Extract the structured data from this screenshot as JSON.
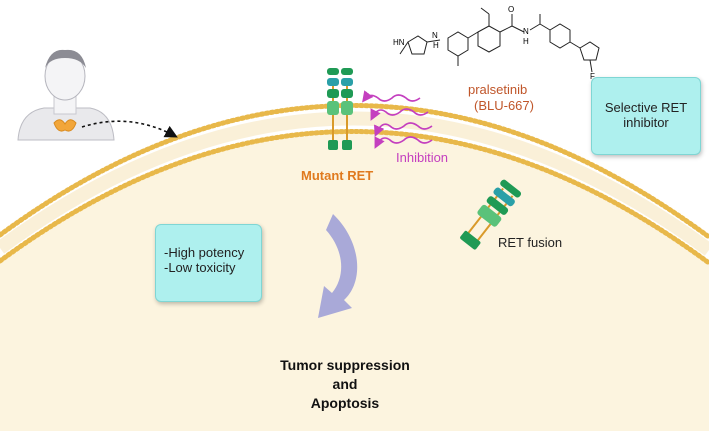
{
  "drug": {
    "name": "pralsetinib",
    "code": "(BLU-667)"
  },
  "inhibitor_box": {
    "line1": "Selective RET",
    "line2": "inhibitor"
  },
  "mutant_label": "Mutant RET",
  "inhibition_label": "Inhibition",
  "fusion_label": "RET fusion",
  "properties_box": {
    "line1": "-High potency",
    "line2": "-Low toxicity"
  },
  "outcome": {
    "line1": "Tumor suppression",
    "line2": "and",
    "line3": "Apoptosis"
  },
  "structure_atoms": {
    "hn": "HN",
    "n1": "N",
    "h1": "H",
    "o": "O",
    "nh": "N",
    "h2": "H",
    "f": "F"
  },
  "colors": {
    "membrane": "#e8b84a",
    "cytoplasm": "#fcf4df",
    "box_fill": "#aef0ee",
    "mutant_label": "#e07a1e",
    "drug_label": "#c0562a",
    "inhibition": "#c43fbf",
    "receptor_green": "#1f9a55",
    "receptor_teal": "#2aa0a8",
    "arrow": "#a9a9d8"
  }
}
